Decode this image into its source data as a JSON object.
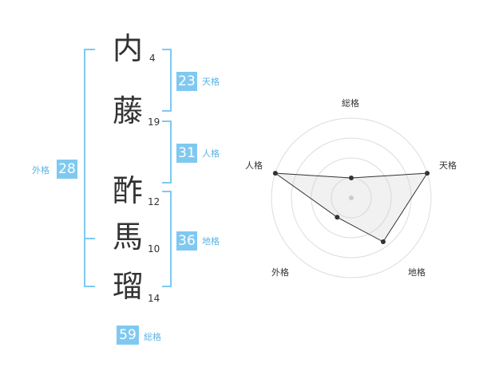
{
  "chars": [
    {
      "kanji": "内",
      "strokes": "4"
    },
    {
      "kanji": "藤",
      "strokes": "19"
    },
    {
      "kanji": "酢",
      "strokes": "12"
    },
    {
      "kanji": "馬",
      "strokes": "10"
    },
    {
      "kanji": "瑠",
      "strokes": "14"
    }
  ],
  "kaku": {
    "ten": {
      "value": "23",
      "label": "天格"
    },
    "jin": {
      "value": "31",
      "label": "人格"
    },
    "chi": {
      "value": "36",
      "label": "地格"
    },
    "gai": {
      "value": "28",
      "label": "外格"
    },
    "sou": {
      "value": "59",
      "label": "総格"
    }
  },
  "colors": {
    "accent": "#7fc9f1",
    "label": "#5ab4e6",
    "text": "#333333"
  },
  "chart_data": {
    "type": "radar",
    "axes": [
      "総格",
      "天格",
      "地格",
      "外格",
      "人格"
    ],
    "values": [
      0.25,
      1.0,
      0.68,
      0.3,
      1.0
    ],
    "grid": true,
    "ring_count": 4
  }
}
